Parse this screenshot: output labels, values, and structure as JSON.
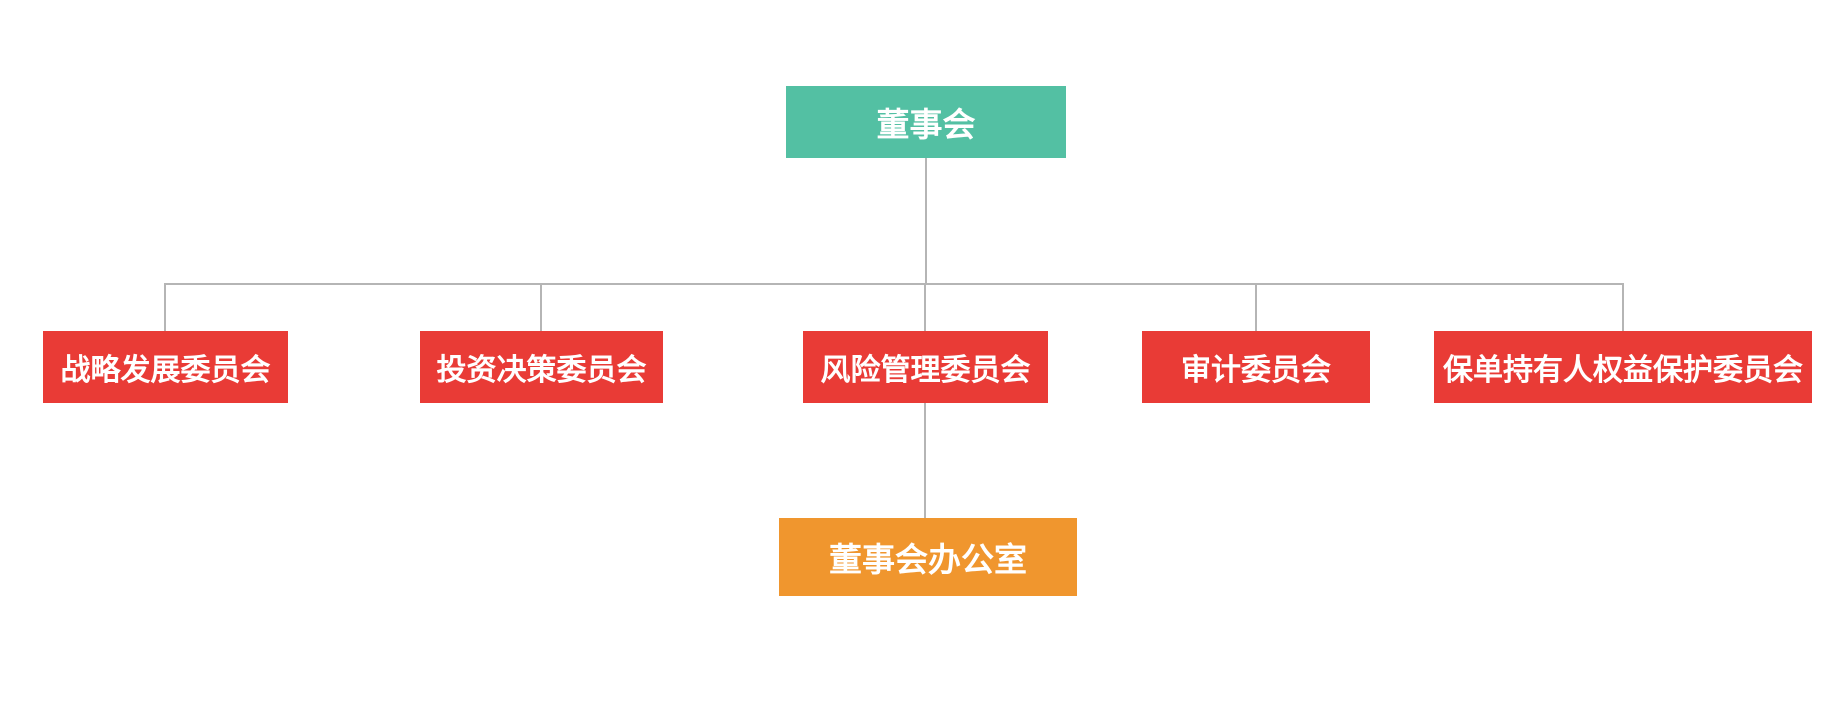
{
  "diagram": {
    "type": "org-chart",
    "connector_color": "#B5B5B5",
    "text_color": "#FFFFFF",
    "root": {
      "label": "董事会",
      "color": "#53C0A3"
    },
    "committees": [
      {
        "label": "战略发展委员会",
        "color": "#E93B36"
      },
      {
        "label": "投资决策委员会",
        "color": "#E93B36"
      },
      {
        "label": "风险管理委员会",
        "color": "#E93B36"
      },
      {
        "label": "审计委员会",
        "color": "#E93B36"
      },
      {
        "label": "保单持有人权益保护委员会",
        "color": "#E93B36"
      }
    ],
    "office": {
      "label": "董事会办公室",
      "color": "#F0962E"
    }
  }
}
